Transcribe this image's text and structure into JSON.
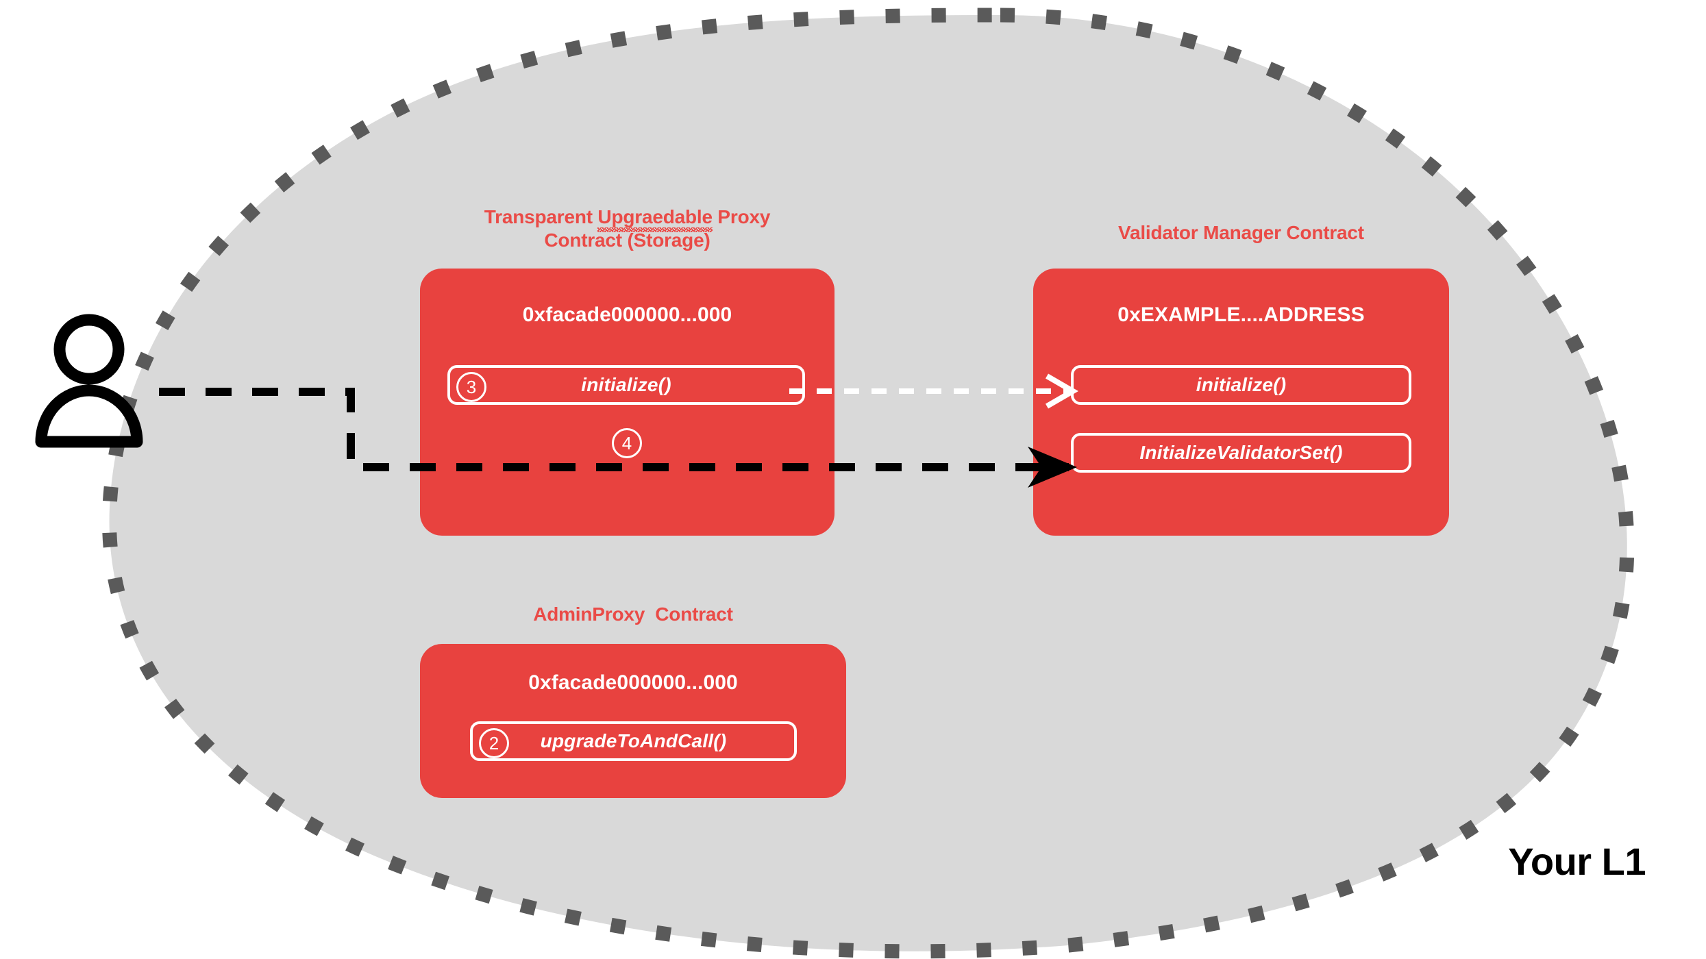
{
  "colors": {
    "blob_fill": "#d9d9d9",
    "blob_dash": "#5a5a5a",
    "card_red": "#e8423f",
    "title_red": "#ea4b47",
    "white": "#ffffff",
    "black": "#000000"
  },
  "actor": {
    "icon": "person-icon"
  },
  "region": {
    "label": "Your L1"
  },
  "groups": [
    {
      "id": "transparent-upgradeable-proxy",
      "title_line1_pre": "Transparent ",
      "title_line1_misspelled": "Upgraedable",
      "title_line1_post": " Proxy",
      "title_line2": "Contract (Storage)",
      "address": "0xfacade000000...000",
      "functions": [
        {
          "name": "initialize()",
          "step": "3"
        }
      ],
      "floating_step": "4"
    },
    {
      "id": "validator-manager",
      "title": "Validator Manager Contract",
      "address": "0xEXAMPLE....ADDRESS",
      "functions": [
        {
          "name": "initialize()",
          "step": ""
        },
        {
          "name": "InitializeValidatorSet()",
          "step": ""
        }
      ]
    },
    {
      "id": "admin-proxy",
      "title": "AdminProxy  Contract",
      "address": "0xfacade000000...000",
      "functions": [
        {
          "name": "upgradeToAndCall()",
          "step": "2"
        }
      ]
    }
  ],
  "flows": [
    {
      "id": "user-to-proxy-initialize",
      "style": "dashed-black",
      "arrowhead": "none"
    },
    {
      "id": "proxy-initialize-to-vm-initialize",
      "style": "dashed-white",
      "arrowhead": "open"
    },
    {
      "id": "user-to-vm-initialize-validator-set",
      "style": "dashed-black",
      "arrowhead": "solid"
    }
  ]
}
